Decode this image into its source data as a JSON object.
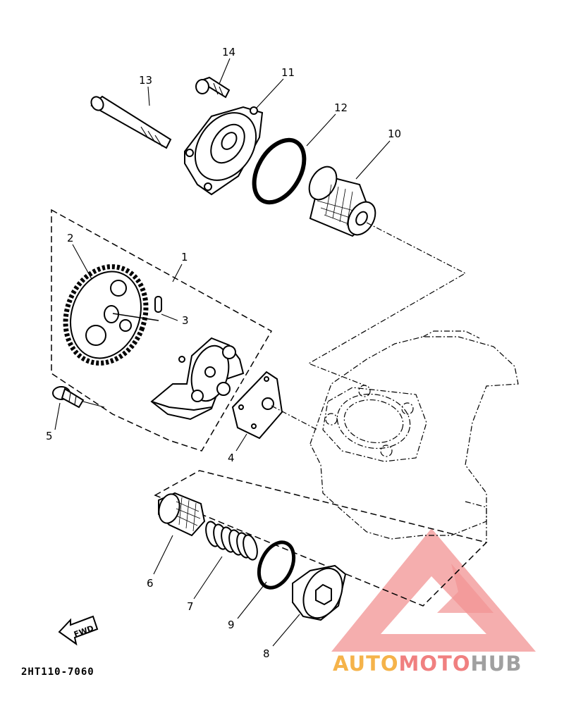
{
  "diagram": {
    "code": "2HT110-7060",
    "fwd_label": "FWD",
    "labels": {
      "p1": "1",
      "p2": "2",
      "p3": "3",
      "p4": "4",
      "p5": "5",
      "p6": "6",
      "p7": "7",
      "p8": "8",
      "p9": "9",
      "p10": "10",
      "p11": "11",
      "p12": "12",
      "p13": "13",
      "p14": "14"
    }
  },
  "watermark": {
    "part1": "AUTO",
    "part2": "MOTO",
    "part3": "HUB",
    "colors": {
      "triangle": "#f08080",
      "auto": "#f5b34a",
      "moto": "#f08080",
      "hub": "#a0a0a0"
    }
  }
}
